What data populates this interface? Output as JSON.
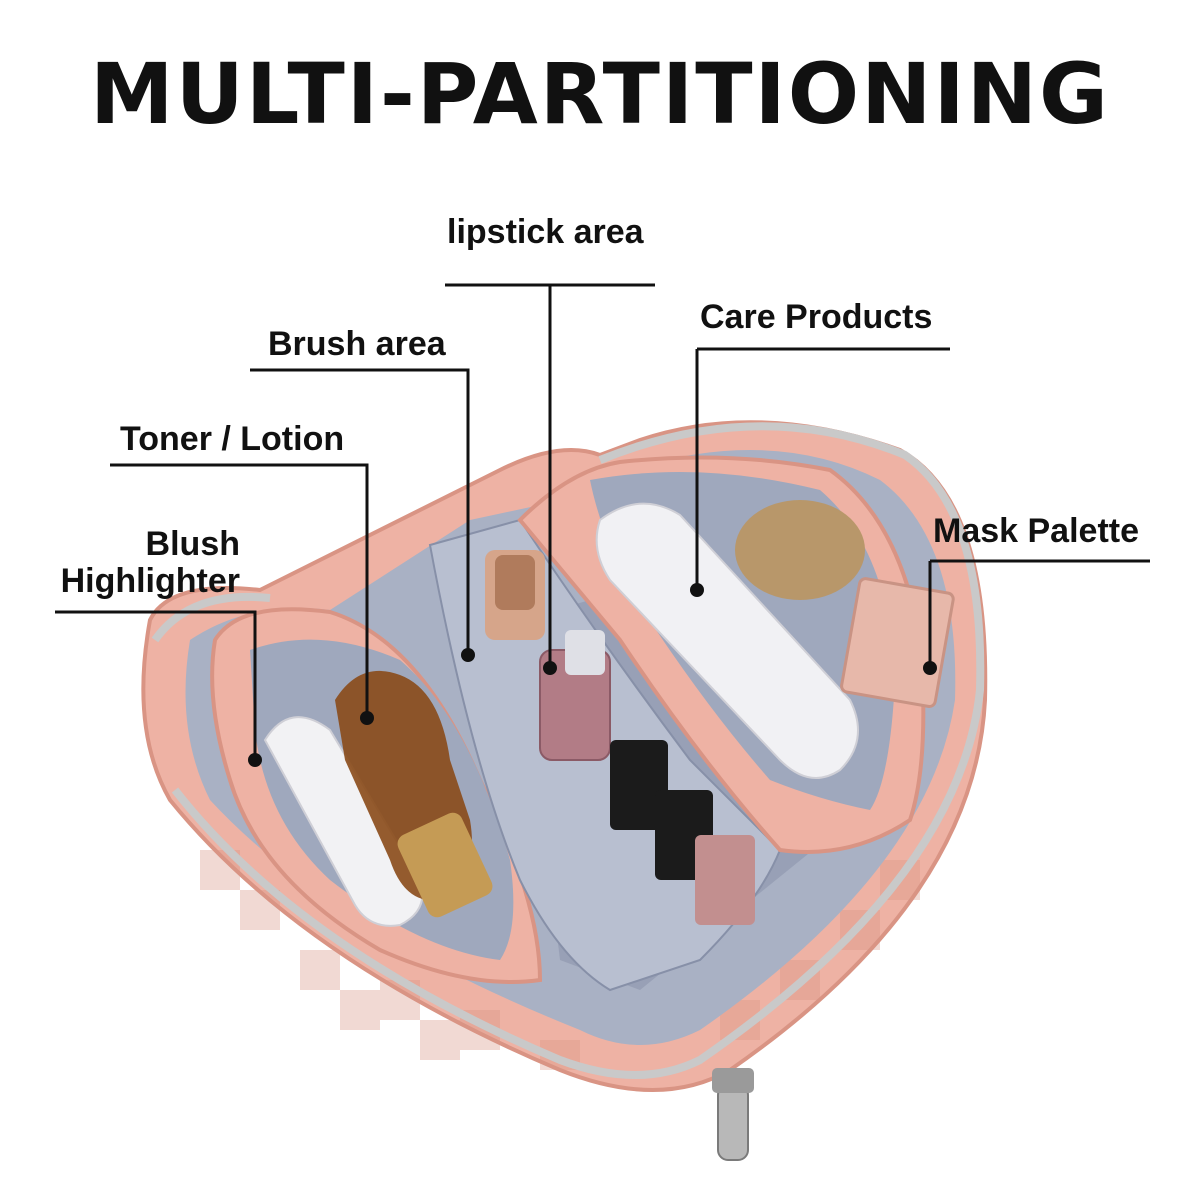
{
  "title": "MULTI-PARTITIONING",
  "callouts": {
    "lipstick": "lipstick area",
    "brush": "Brush area",
    "care": "Care Products",
    "toner": "Toner / Lotion",
    "mask": "Mask Palette",
    "blush_line1": "Blush",
    "blush_line2": "Highlighter"
  },
  "colors": {
    "bag_pink": "#eeb2a4",
    "bag_pink_dark": "#d99484",
    "lining_gray": "#a9b1c4",
    "lining_dark": "#8790a8",
    "zipper_silver": "#c9c9c9",
    "text": "#111111"
  }
}
